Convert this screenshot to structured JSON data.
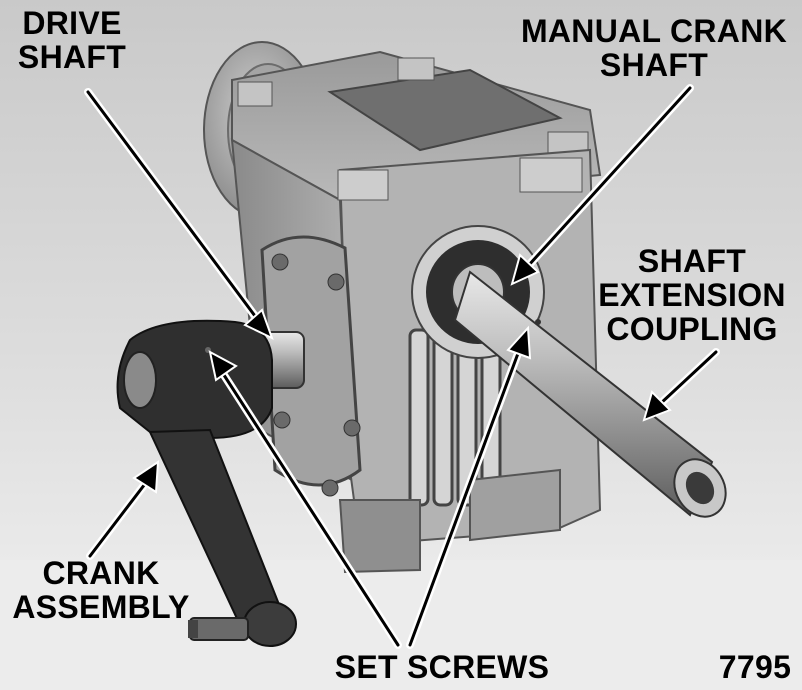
{
  "labels": {
    "drive_shaft": [
      "DRIVE",
      "SHAFT"
    ],
    "manual_crank_shaft": [
      "MANUAL CRANK",
      "SHAFT"
    ],
    "shaft_extension_coupling": [
      "SHAFT",
      "EXTENSION",
      "COUPLING"
    ],
    "crank_assembly": [
      "CRANK",
      "ASSEMBLY"
    ],
    "set_screws": "SET SCREWS",
    "figure_number": "7795"
  },
  "colors": {
    "background": "#ffffff",
    "photo_backdrop": "#dcdcdc",
    "casting": "#a9a9a9",
    "casting_shadow": "#6e6e6e",
    "dark_metal": "#2f2f2f",
    "leader": "#000000",
    "leader_outline": "#ffffff"
  }
}
